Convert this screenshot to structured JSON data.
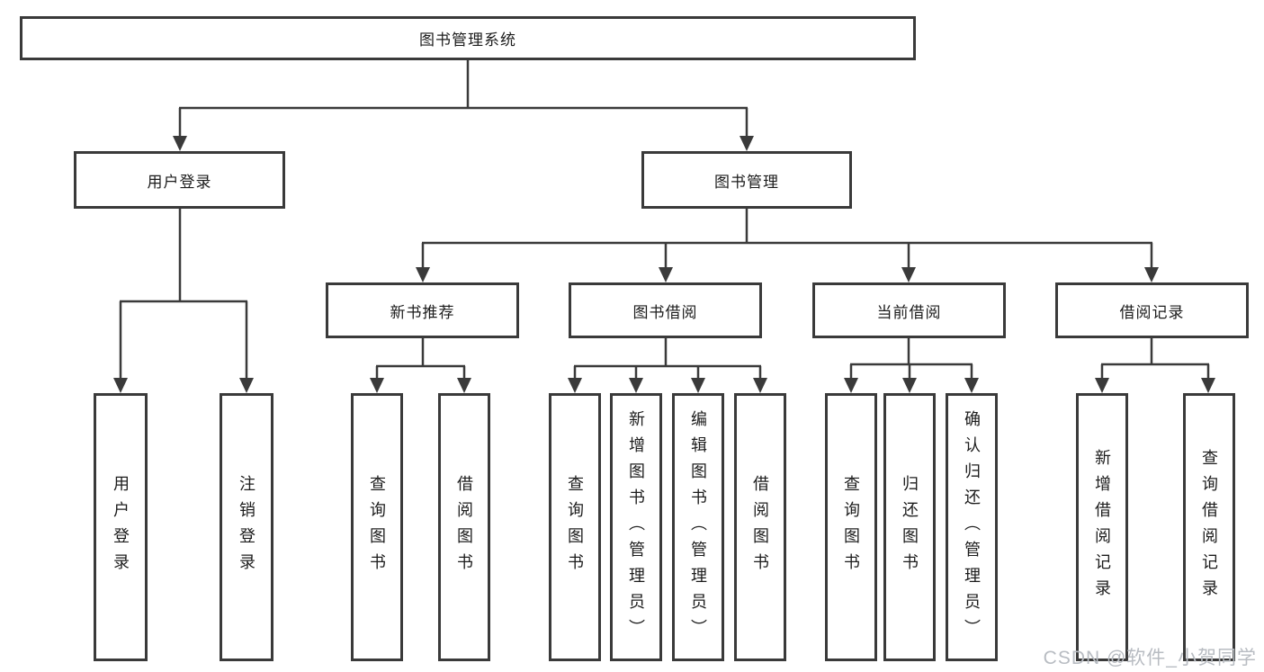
{
  "colors": {
    "line": "#3a3a3a",
    "text": "#1c1c1c",
    "watermark": "#b8bcc2",
    "background": "#ffffff"
  },
  "watermark": "CSDN @软件_小贺同学",
  "diagram": {
    "type": "org-tree",
    "root": {
      "label": "图书管理系统",
      "children": [
        {
          "label": "用户登录",
          "children": [
            {
              "label": "用户登录"
            },
            {
              "label": "注销登录"
            }
          ]
        },
        {
          "label": "图书管理",
          "children": [
            {
              "label": "新书推荐",
              "children": [
                {
                  "label": "查询图书"
                },
                {
                  "label": "借阅图书"
                }
              ]
            },
            {
              "label": "图书借阅",
              "children": [
                {
                  "label": "查询图书"
                },
                {
                  "label": "新增图书（管理员）"
                },
                {
                  "label": "编辑图书（管理员）"
                },
                {
                  "label": "借阅图书"
                }
              ]
            },
            {
              "label": "当前借阅",
              "children": [
                {
                  "label": "查询图书"
                },
                {
                  "label": "归还图书"
                },
                {
                  "label": "确认归还（管理员）"
                }
              ]
            },
            {
              "label": "借阅记录",
              "children": [
                {
                  "label": "新增借阅记录"
                },
                {
                  "label": "查询借阅记录"
                }
              ]
            }
          ]
        }
      ]
    }
  }
}
